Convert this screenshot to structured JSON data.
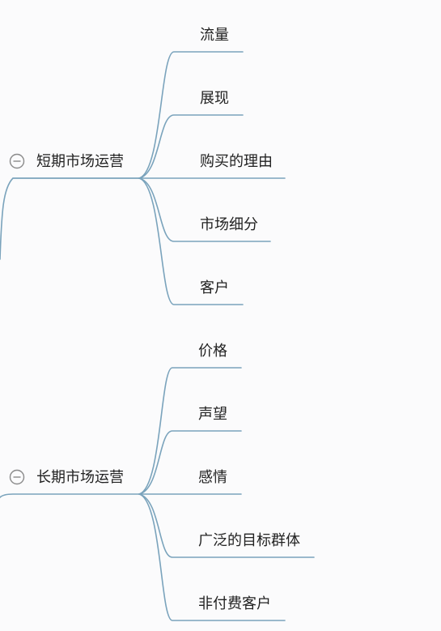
{
  "mindmap": {
    "line_color": "#7aa3bc",
    "toggle_color": "#8a8a8a",
    "branches": [
      {
        "label": "短期市场运营",
        "toggle_icon": "minus-circle-icon",
        "children": [
          {
            "label": "流量"
          },
          {
            "label": "展现"
          },
          {
            "label": "购买的理由"
          },
          {
            "label": "市场细分"
          },
          {
            "label": "客户"
          }
        ]
      },
      {
        "label": "长期市场运营",
        "toggle_icon": "minus-circle-icon",
        "children": [
          {
            "label": "价格"
          },
          {
            "label": "声望"
          },
          {
            "label": "感情"
          },
          {
            "label": "广泛的目标群体"
          },
          {
            "label": "非付费客户"
          }
        ]
      }
    ]
  }
}
